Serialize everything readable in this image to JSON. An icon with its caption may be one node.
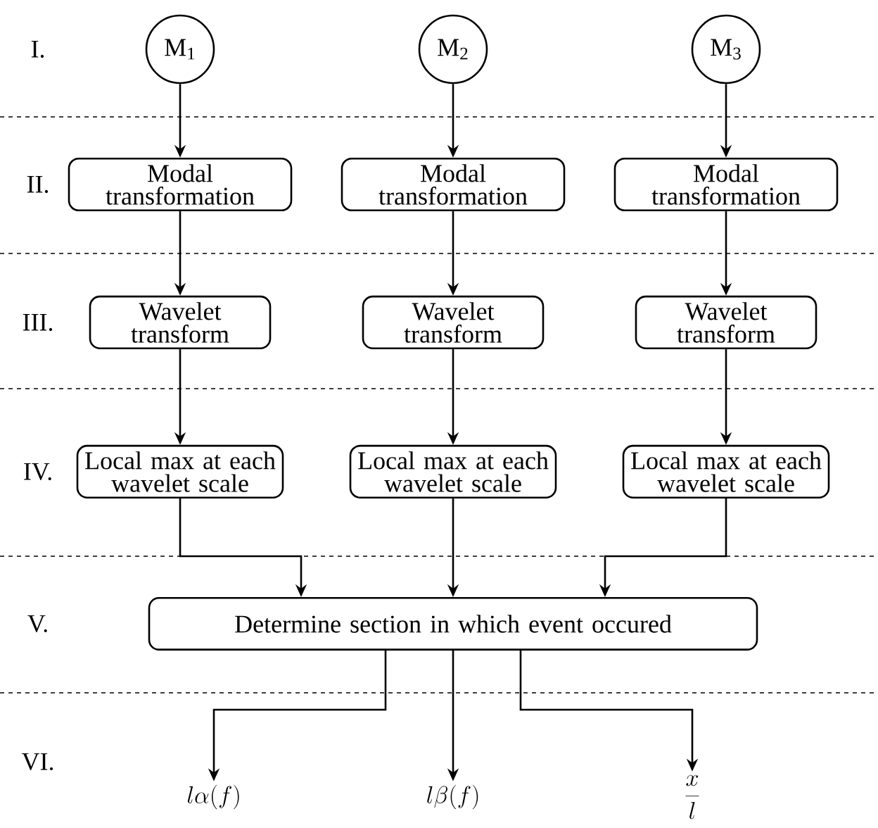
{
  "diagram": {
    "nodes": [
      {
        "text": [
          "M$_{1}$"
        ]
      },
      {
        "text": [
          "M$_{2}$"
        ]
      },
      {
        "text": [
          "M$_{3}$"
        ]
      },
      {
        "text": [
          "Modal transformation"
        ]
      },
      {
        "text": [
          "Modal transformation"
        ]
      },
      {
        "text": [
          "Modal transformation"
        ]
      },
      {
        "text": [
          "Wavelet transform"
        ]
      },
      {
        "text": [
          "Wavelet transform"
        ]
      },
      {
        "text": [
          "Wavelet transform"
        ]
      },
      {
        "text": [
          "Local max at each wavelet scale"
        ]
      },
      {
        "text": [
          "Local max at each wavelet scale"
        ]
      },
      {
        "text": [
          "Local max at each wavelet scale"
        ]
      },
      {
        "text": [
          "Determine section in which event occured"
        ]
      },
      {
        "text": [
          "l\\alpha(f)"
        ]
      },
      {
        "text": [
          "l\\beta(f)"
        ]
      },
      {
        "text": [
          "\\frac{x}{l}"
        ]
      }
    ],
    "edges": [
      {
        "from": 0,
        "to": 3,
        "arrow": "to"
      },
      {
        "from": 1,
        "to": 4,
        "arrow": "to"
      },
      {
        "from": 2,
        "to": 5,
        "arrow": "to"
      },
      {
        "from": 3,
        "to": 6,
        "arrow": "to"
      },
      {
        "from": 4,
        "to": 7,
        "arrow": "to"
      },
      {
        "from": 5,
        "to": 8,
        "arrow": "to"
      },
      {
        "from": 6,
        "to": 9,
        "arrow": "to"
      },
      {
        "from": 7,
        "to": 10,
        "arrow": "to"
      },
      {
        "from": 8,
        "to": 11,
        "arrow": "to"
      },
      {
        "from": 9,
        "to": 12,
        "arrow": "to"
      },
      {
        "from": 10,
        "to": 12,
        "arrow": "to"
      },
      {
        "from": 11,
        "to": 12,
        "arrow": "to"
      },
      {
        "from": 12,
        "to": 13,
        "arrow": "to"
      },
      {
        "from": 12,
        "to": 14,
        "arrow": "to"
      },
      {
        "from": 12,
        "to": 15,
        "arrow": "to"
      }
    ],
    "labels": [
      "I.",
      "II.",
      "III.",
      "IV.",
      "V.",
      "VI."
    ]
  }
}
